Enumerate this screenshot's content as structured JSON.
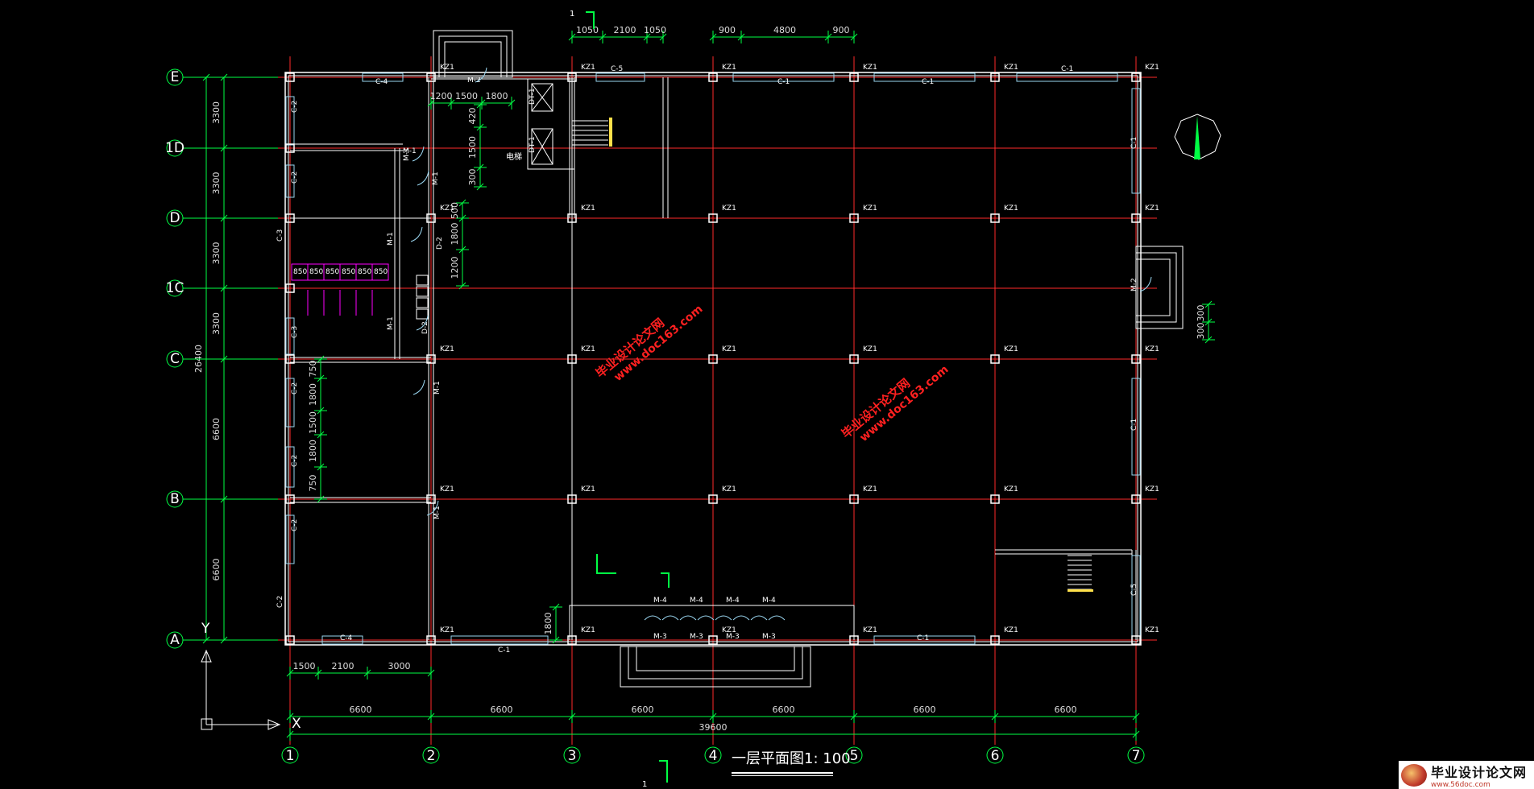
{
  "drawing": {
    "title": "一层平面图1: 100",
    "section_mark": "1",
    "axis_x_label": "X",
    "axis_y_label": "Y"
  },
  "grid": {
    "col_labels": [
      "1",
      "2",
      "3",
      "4",
      "5",
      "6",
      "7"
    ],
    "row_labels": [
      "A",
      "B",
      "C",
      "1C",
      "D",
      "1D",
      "E"
    ],
    "col_spacings": [
      "6600",
      "6600",
      "6600",
      "6600",
      "6600",
      "6600"
    ],
    "total_x": "39600",
    "row_spacings": [
      "6600",
      "6600",
      "3300",
      "3300",
      "3300",
      "3300"
    ],
    "total_y": "26400"
  },
  "dims": {
    "top_left": [
      "1050",
      "2100",
      "1050"
    ],
    "top_right": [
      "900",
      "4800",
      "900"
    ],
    "stair_top": [
      "1200",
      "1500",
      "1800"
    ],
    "bottom_left": [
      "1500",
      "2100",
      "3000"
    ],
    "toilet": [
      "850",
      "850",
      "850",
      "850",
      "850",
      "850"
    ],
    "left_inner": [
      "750",
      "1800",
      "1500",
      "1800",
      "750"
    ],
    "core": [
      "420",
      "1500",
      "300"
    ],
    "mid": [
      "500",
      "1800",
      "1200"
    ],
    "entrance": "1800",
    "right_step": [
      "300",
      "300"
    ]
  },
  "labels": {
    "column": "KZ1",
    "windows": {
      "c1": "C-1",
      "c2": "C-2",
      "c3": "C-3",
      "c4": "C-4",
      "c5": "C-5"
    },
    "doors": {
      "m1": "M-1",
      "m2": "M-2",
      "m3": "M-3",
      "m4": "M-4",
      "d2": "D-2"
    },
    "elevator": "电梯",
    "lift": "DT-1"
  },
  "watermark": {
    "text1": "毕业设计论文网",
    "text2": "www.doc163.com",
    "site_name": "毕业设计论文网",
    "site_url": "www.56doc.com"
  },
  "colors": {
    "background": "#000000",
    "axis_line": "#ff2a2a",
    "dimension": "#00ff44",
    "wall": "#ffffff",
    "window": "#9ad6f0",
    "column": "#ffe14a",
    "watermark": "#ff2020",
    "toilet_magenta": "#ff00ff"
  }
}
